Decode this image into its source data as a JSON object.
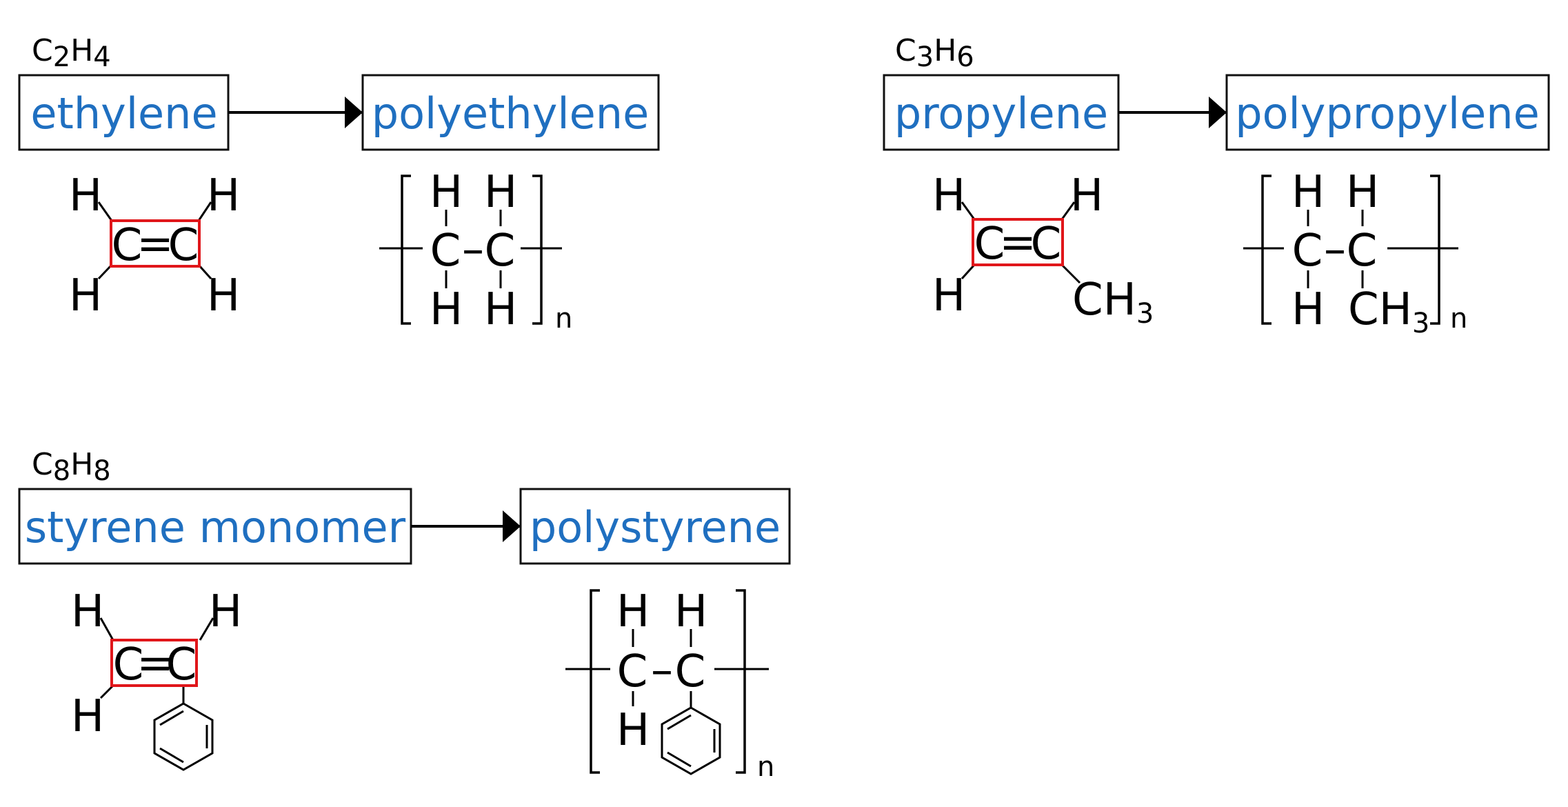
{
  "reactions": [
    {
      "monomer_formula": {
        "pre1": "C",
        "sub1": "2",
        "pre2": "H",
        "sub2": "4"
      },
      "monomer_name": "ethylene",
      "polymer_name": "polyethylene",
      "monomer_structure": {
        "h1": "H",
        "h2": "H",
        "h3": "H",
        "h4": "H",
        "c1": "C",
        "bond": "=",
        "c2": "C"
      },
      "polymer_structure": {
        "h1": "H",
        "h2": "H",
        "c1": "C",
        "bond": "–",
        "c2": "C",
        "h3": "H",
        "h4": "H",
        "repeat": "n"
      }
    },
    {
      "monomer_formula": {
        "pre1": "C",
        "sub1": "3",
        "pre2": "H",
        "sub2": "6"
      },
      "monomer_name": "propylene",
      "polymer_name": "polypropylene",
      "monomer_structure": {
        "h1": "H",
        "h2": "H",
        "h3": "H",
        "c1": "C",
        "bond": "=",
        "c2": "C",
        "ch": "CH",
        "ch_sub": "3"
      },
      "polymer_structure": {
        "h1": "H",
        "h2": "H",
        "c1": "C",
        "bond": "–",
        "c2": "C",
        "h3": "H",
        "ch": "CH",
        "ch_sub": "3",
        "repeat": "n"
      }
    },
    {
      "monomer_formula": {
        "pre1": "C",
        "sub1": "8",
        "pre2": "H",
        "sub2": "8"
      },
      "monomer_name": "styrene monomer",
      "polymer_name": "polystyrene",
      "monomer_structure": {
        "h1": "H",
        "h2": "H",
        "h3": "H",
        "c1": "C",
        "bond": "=",
        "c2": "C"
      },
      "polymer_structure": {
        "h1": "H",
        "h2": "H",
        "c1": "C",
        "bond": "–",
        "c2": "C",
        "h3": "H",
        "repeat": "n"
      }
    }
  ],
  "colors": {
    "name_text": "#1f6fc0",
    "double_bond_highlight": "#e0161a",
    "box_border": "#111111"
  }
}
